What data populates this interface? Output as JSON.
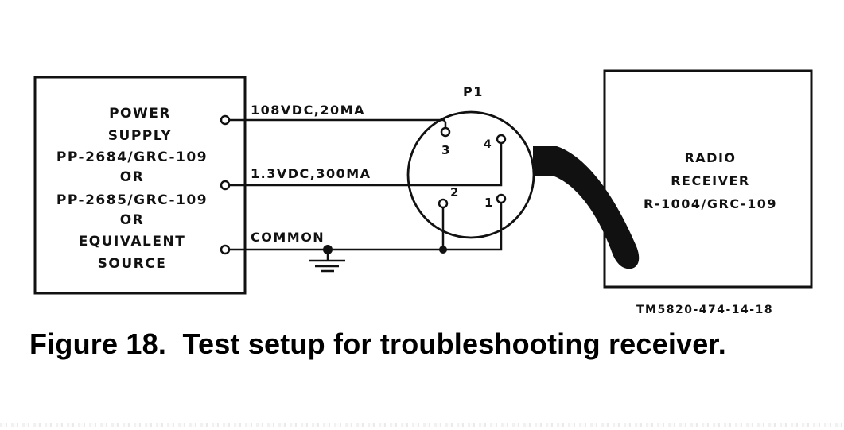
{
  "figure": {
    "caption": "Figure 18.  Test setup for troubleshooting receiver.",
    "reference_code": "TM5820-474-14-18"
  },
  "power_supply": {
    "lines": [
      "POWER",
      "SUPPLY",
      "PP-2684/GRC-109",
      "OR",
      "PP-2685/GRC-109",
      "OR",
      "EQUIVALENT",
      "SOURCE"
    ]
  },
  "wires": [
    {
      "label": "108VDC,20MA"
    },
    {
      "label": "1.3VDC,300MA"
    },
    {
      "label": "COMMON"
    }
  ],
  "connector": {
    "label": "P1",
    "pins": [
      "1",
      "2",
      "3",
      "4"
    ]
  },
  "receiver": {
    "lines": [
      "RADIO",
      "RECEIVER",
      "R-1004/GRC-109"
    ]
  }
}
